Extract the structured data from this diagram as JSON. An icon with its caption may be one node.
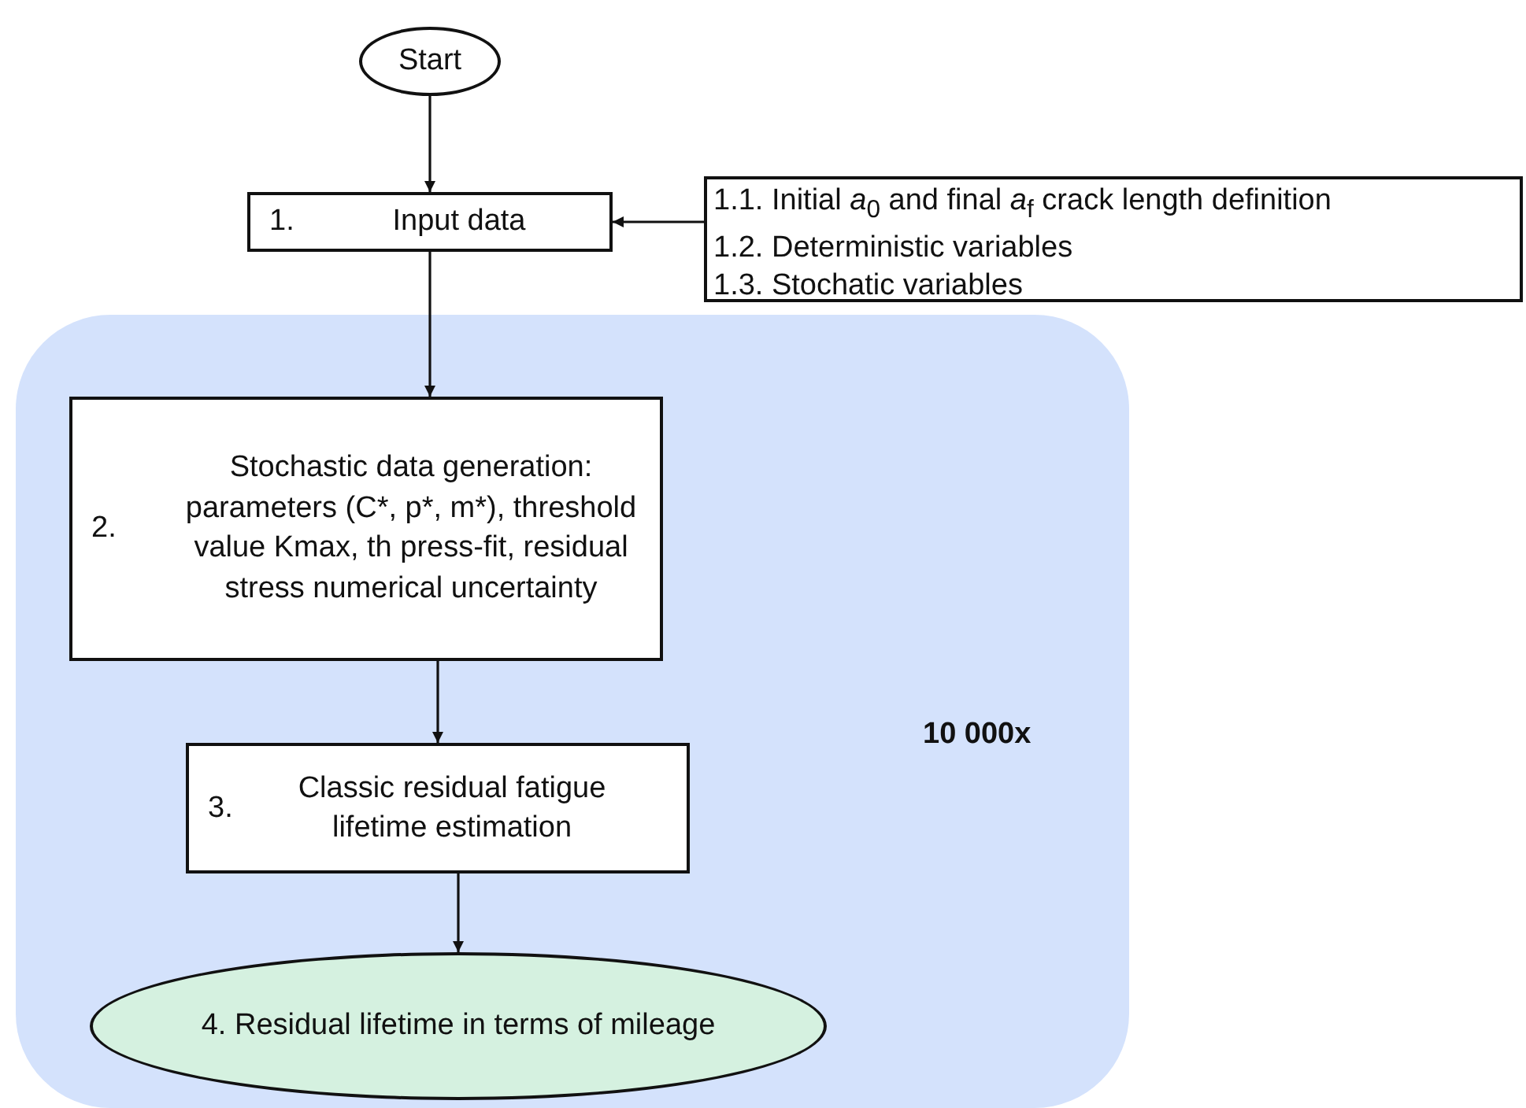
{
  "diagram": {
    "nodes": [
      {
        "text": [
          "Start"
        ]
      },
      {
        "text": [
          "1.",
          "Input data"
        ]
      },
      {
        "text": [
          "1.1. Initial *a*$_{0}$ and final *a*$_{f}$ crack length definition",
          "1.2. Deterministic variables",
          "1.3. Stochatic variables"
        ]
      },
      {
        "text": [
          "10 000x"
        ]
      },
      {
        "text": [
          "2.",
          "Stochastic data generation: parameters (C*, p*, m*), threshold value Kmax, th press-fit, residual stress numerical uncertainty"
        ],
        "in": 3
      },
      {
        "text": [
          "3.",
          "Classic residual fatigue lifetime estimation"
        ],
        "in": 3
      },
      {
        "text": [
          "4. Residual lifetime in terms of mileage"
        ],
        "in": 3
      }
    ],
    "edges": [
      {
        "from": 0,
        "to": 1,
        "arrow": "to"
      },
      {
        "from": 2,
        "to": 1,
        "arrow": "to"
      },
      {
        "from": 1,
        "to": 4,
        "arrow": "to"
      },
      {
        "from": 4,
        "to": 5,
        "arrow": "to"
      },
      {
        "from": 5,
        "to": 6,
        "arrow": "to"
      }
    ]
  }
}
